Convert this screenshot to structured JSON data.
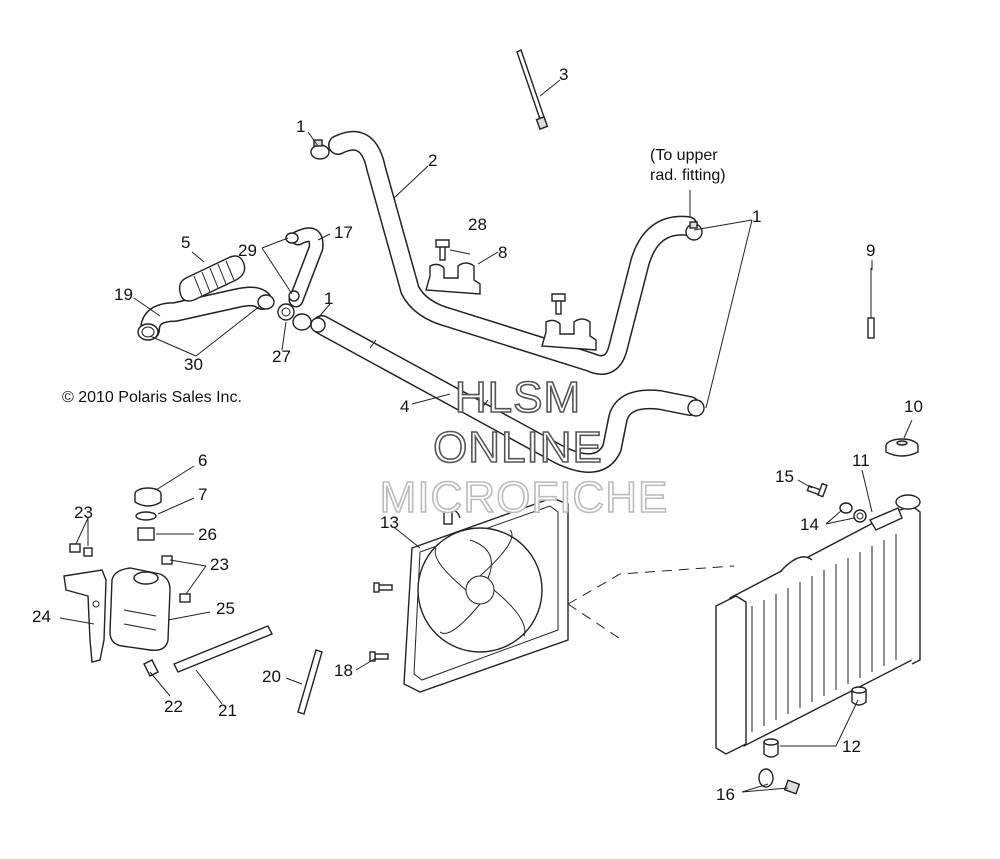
{
  "diagram": {
    "copyright": "© 2010 Polaris Sales Inc.",
    "note_line1": "(To upper",
    "note_line2": "rad. fitting)",
    "watermark": [
      "HLSM",
      "ONLINE",
      "MICROFICHE"
    ],
    "callouts": {
      "c1a": "1",
      "c1b": "1",
      "c1c": "1",
      "c2": "2",
      "c3": "3",
      "c4": "4",
      "c5": "5",
      "c6": "6",
      "c7": "7",
      "c8": "8",
      "c9": "9",
      "c10": "10",
      "c11": "11",
      "c12": "12",
      "c13": "13",
      "c14": "14",
      "c15": "15",
      "c16": "16",
      "c17": "17",
      "c18": "18",
      "c19": "19",
      "c20": "20",
      "c21": "21",
      "c22": "22",
      "c23a": "23",
      "c23b": "23",
      "c24": "24",
      "c25": "25",
      "c26": "26",
      "c27": "27",
      "c28": "28",
      "c29": "29",
      "c30": "30"
    }
  }
}
